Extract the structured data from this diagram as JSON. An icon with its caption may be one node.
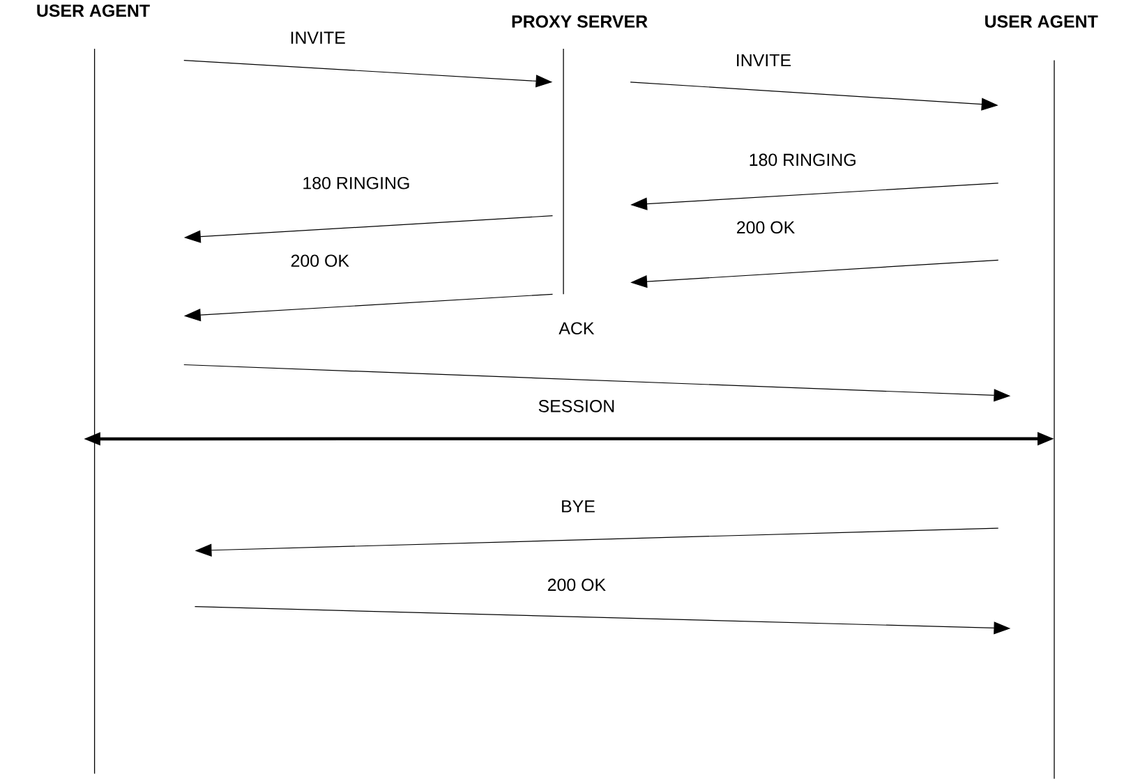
{
  "diagram": {
    "nodes": [
      {
        "text": [
          "USER AGENT"
        ]
      },
      {
        "text": [
          "PROXY SERVER"
        ]
      },
      {
        "text": [
          "USER AGENT"
        ]
      }
    ],
    "edges": [
      {
        "from": 0,
        "to": 1,
        "arrow": "to",
        "label": "INVITE"
      },
      {
        "from": 1,
        "to": 2,
        "arrow": "to",
        "label": "INVITE"
      },
      {
        "from": 2,
        "to": 1,
        "arrow": "to",
        "label": "180 RINGING"
      },
      {
        "from": 1,
        "to": 0,
        "arrow": "to",
        "label": "180 RINGING"
      },
      {
        "from": 2,
        "to": 1,
        "arrow": "to",
        "label": "200 OK"
      },
      {
        "from": 1,
        "to": 0,
        "arrow": "to",
        "label": "200 OK"
      },
      {
        "from": 0,
        "to": 2,
        "arrow": "to",
        "label": "ACK"
      },
      {
        "from": 0,
        "to": 2,
        "arrow": "both",
        "label": "SESSION",
        "style": "thick"
      },
      {
        "from": 2,
        "to": 0,
        "arrow": "to",
        "label": "BYE"
      },
      {
        "from": 0,
        "to": 2,
        "arrow": "to",
        "label": "200 OK"
      }
    ]
  }
}
